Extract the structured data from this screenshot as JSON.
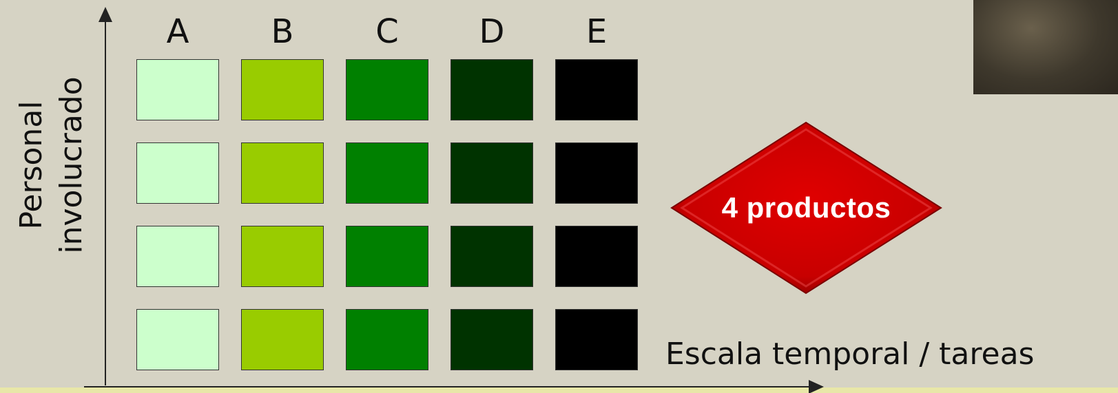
{
  "diagram": {
    "y_axis_label_line1": "Personal",
    "y_axis_label_line2": "involucrado",
    "x_axis_label": "Escala temporal / tareas",
    "columns": [
      {
        "label": "A",
        "color": "#ccffcc"
      },
      {
        "label": "B",
        "color": "#99cc00"
      },
      {
        "label": "C",
        "color": "#008000"
      },
      {
        "label": "D",
        "color": "#003300"
      },
      {
        "label": "E",
        "color": "#000000"
      }
    ],
    "rows": 4,
    "badge": {
      "text": "4 productos",
      "color": "#cc0000"
    }
  }
}
